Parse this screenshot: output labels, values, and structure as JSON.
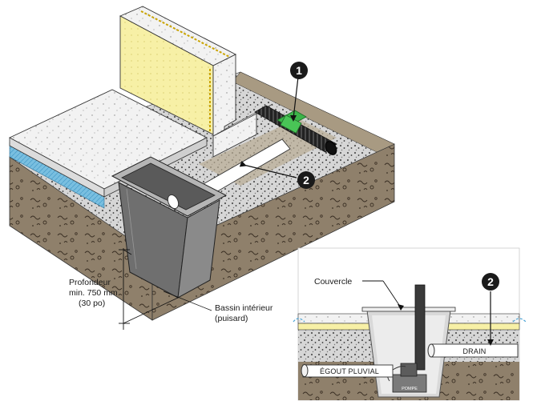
{
  "callouts": {
    "one": "1",
    "two": "2",
    "inset_two": "2"
  },
  "labels": {
    "depth_line1": "Profondeur",
    "depth_line2": "min. 750 mm",
    "depth_line3": "(30 po)",
    "basin_line1": "Bassin intérieur",
    "basin_line2": "(puisard)",
    "cover": "Couvercle",
    "drain": "DRAIN",
    "storm_sewer": "ÉGOUT PLUVIAL",
    "pump": "POMPE"
  },
  "colors": {
    "insulation": "#f7f0a6",
    "slab": "#e6e6e6",
    "soil": "#8c7c68",
    "gravel": "#d2d2d2",
    "membrane": "#6ab4d8",
    "basin": "#6f6f6f",
    "connector": "#3cb44a",
    "pipe": "#ffffff",
    "badge": "#1a1a1a",
    "water_line": "#4aa3d6"
  }
}
